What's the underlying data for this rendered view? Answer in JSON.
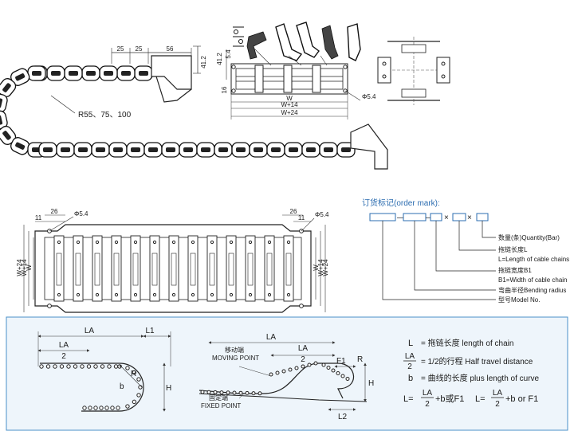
{
  "top_left": {
    "dims": [
      "25",
      "25",
      "56",
      "41.2"
    ],
    "radius_label": "R55、75、100"
  },
  "top_mid": {
    "dims": [
      "41.2",
      "5.4",
      "16",
      "W",
      "W+14",
      "W+24",
      "Φ5.4"
    ]
  },
  "mid_left": {
    "dims": [
      "11",
      "26",
      "Φ5.4",
      "26",
      "11",
      "Φ5.4",
      "W+24",
      "W+14",
      "W",
      "W",
      "W+14",
      "W+24"
    ]
  },
  "order": {
    "title": "订货标记(order mark):",
    "legend": [
      "数量(条)Quantity(Bar)",
      "拖链长度L",
      "L=Length of cable chains",
      "拖链宽度B1",
      "B1=Width of cable chain",
      "弯曲半径Bending radius",
      "型号Model No."
    ],
    "sep_dash": "—",
    "sep_x": "×"
  },
  "bottom": {
    "left_labels": [
      "LA",
      "L1",
      "LA",
      "2",
      "R",
      "b",
      "H"
    ],
    "mid_labels": [
      "LA",
      "LA",
      "2",
      "移动端",
      "MOVING POINT",
      "固定端",
      "FIXED POINT",
      "F1",
      "R",
      "H",
      "L2"
    ],
    "formulas": {
      "l1_sym": "L",
      "l1_text": "= 拖链长度  length of chain",
      "l2_num": "LA",
      "l2_den": "2",
      "l2_text": "= 1/2的行程  Half travel distance",
      "l3_sym": "b",
      "l3_text": "= 曲线的长度  plus length of curve",
      "l4a_pre": "L=",
      "l4a_num": "LA",
      "l4a_den": "2",
      "l4a_post": "+b或F1",
      "l4b_pre": "L=",
      "l4b_num": "LA",
      "l4b_den": "2",
      "l4b_post": "+b or F1"
    }
  }
}
